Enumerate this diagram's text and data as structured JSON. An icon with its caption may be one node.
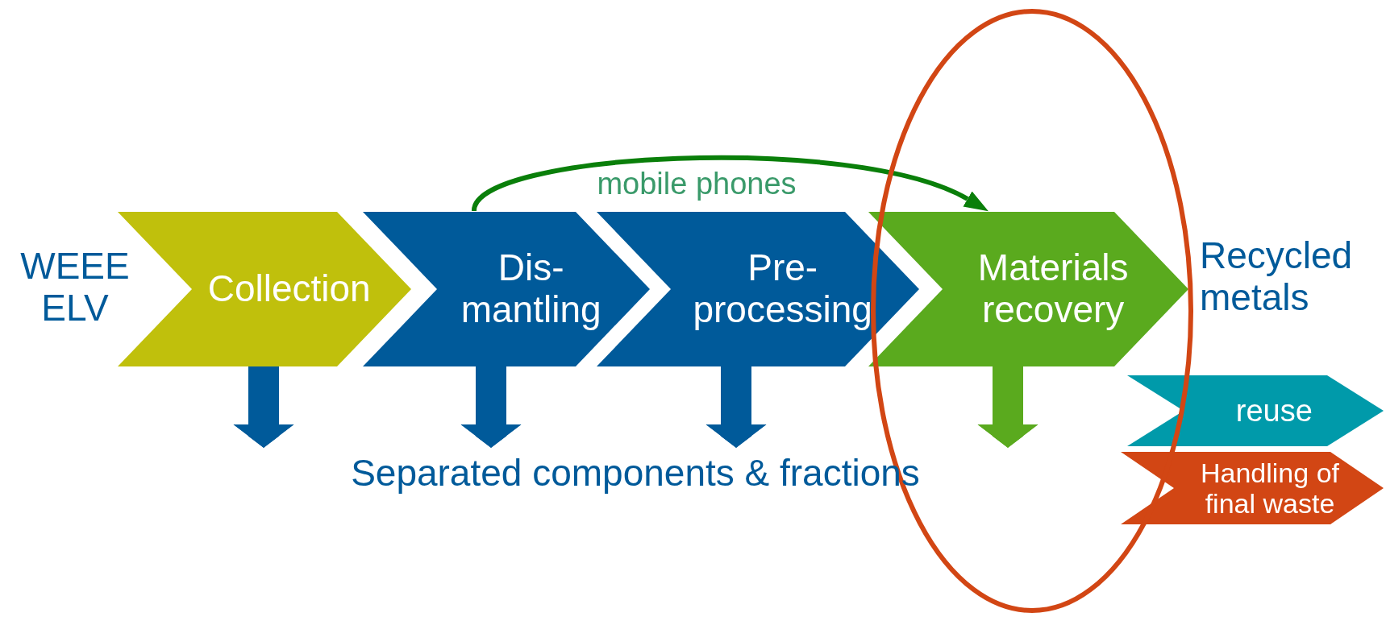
{
  "diagram": {
    "nodes": [
      {
        "text": [
          "Collection"
        ]
      },
      {
        "text": [
          "Dis- mantling"
        ]
      },
      {
        "text": [
          "Pre- processing"
        ]
      },
      {
        "text": [
          "Materials recovery"
        ]
      },
      {
        "text": [
          "reuse"
        ]
      },
      {
        "text": [
          "Handling of final waste"
        ]
      },
      {
        "text": [
          "Separated components & fractions"
        ]
      }
    ],
    "edges": [
      {
        "from": 0,
        "to": 6,
        "arrow": "to"
      },
      {
        "from": 1,
        "to": 6,
        "arrow": "to"
      },
      {
        "from": 2,
        "to": 6,
        "arrow": "to"
      },
      {
        "from": 3,
        "to": 6,
        "arrow": "to",
        "color": "#5aaa1e"
      },
      {
        "from": 1,
        "to": 3,
        "arrow": "to",
        "label": "mobile phones",
        "color": "#0a7f0a"
      }
    ],
    "labels": [
      "WEEE ELV",
      "Recycled metals"
    ]
  }
}
